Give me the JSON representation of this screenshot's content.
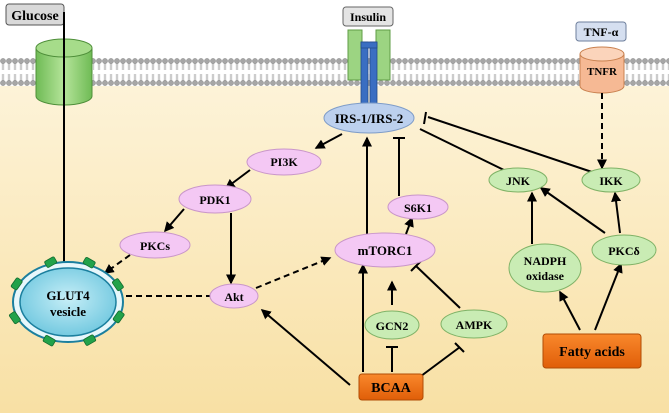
{
  "labels": {
    "glucose": "Glucose",
    "insulin": "Insulin",
    "tnf_alpha": "TNF-α",
    "tnfr": "TNFR",
    "irs": "IRS-1/IRS-2",
    "pi3k": "PI3K",
    "pdk1": "PDK1",
    "pkcs": "PKCs",
    "akt": "Akt",
    "glut4_line1": "GLUT4",
    "glut4_line2": "vesicle",
    "mtorc1": "mTORC1",
    "s6k1": "S6K1",
    "gcn2": "GCN2",
    "ampk": "AMPK",
    "bcaa": "BCAA",
    "jnk": "JNK",
    "ikk": "IKK",
    "nadph_line1": "NADPH",
    "nadph_line2": "oxidase",
    "pkc_delta": "PKCδ",
    "fatty_acids": "Fatty acids"
  },
  "colors": {
    "cytoplasm": "#fdf1d0",
    "membrane_head": "#a9a9a9",
    "pink_node": "#f4c8f4",
    "green_node": "#c9ecb4",
    "blue_node": "#bcd0ee",
    "orange_box": "#f37018",
    "gray_box": "#d9d9d9",
    "glut4_fill": "#8fd8ea",
    "channel_green": "#8ccf6f",
    "receptor_blue": "#3f72c4",
    "tnfr_fill": "#f8c39e"
  }
}
